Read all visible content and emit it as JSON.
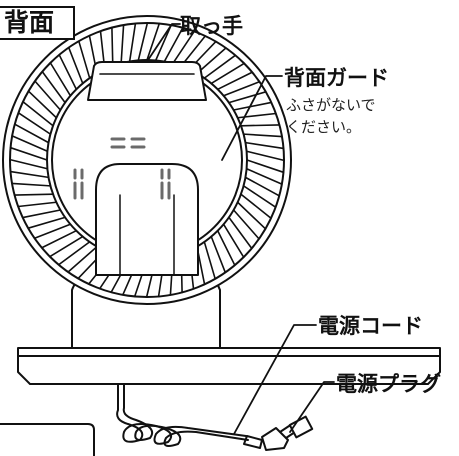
{
  "section_title": "背面",
  "labels": {
    "handle": "取っ手",
    "rear_guard": "背面ガード",
    "rear_guard_note_line1": "ふさがないで",
    "rear_guard_note_line2": "ください。",
    "power_cord": "電源コード",
    "power_plug": "電源プラグ"
  }
}
